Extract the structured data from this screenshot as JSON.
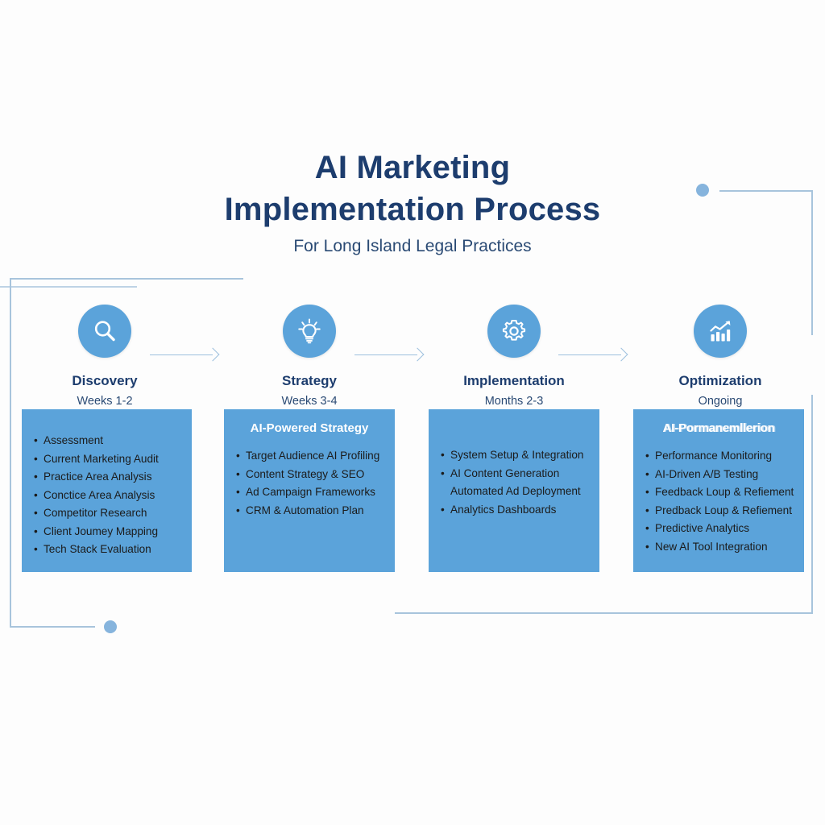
{
  "heading": {
    "title_line1": "AI Marketing",
    "title_line2": "Implementation Process",
    "subtitle": "For Long Island Legal Practices",
    "title_color": "#1d3d6e"
  },
  "theme": {
    "accent_blue": "#5ba3da",
    "deco_line": "#a8c4dc",
    "deco_dot": "#86b4dd",
    "background": "#fdfdfd"
  },
  "stages": [
    {
      "icon": "search-icon",
      "name": "Discovery",
      "timeframe": "Weeks 1-2",
      "box_heading": "",
      "items": [
        {
          "text": "Assessment",
          "bullet": true
        },
        {
          "text": "Current Marketing Audit",
          "bullet": true
        },
        {
          "text": "Practice Area Analysis",
          "bullet": true
        },
        {
          "text": "Conctice Area Analysis",
          "bullet": true
        },
        {
          "text": "Competitor Research",
          "bullet": true
        },
        {
          "text": "Client Joumey Mapping",
          "bullet": true
        },
        {
          "text": "Tech Stack Evaluation",
          "bullet": true
        }
      ]
    },
    {
      "icon": "lightbulb-icon",
      "name": "Strategy",
      "timeframe": "Weeks 3-4",
      "box_heading": "AI-Powered Strategy",
      "items": [
        {
          "text": "Target Audience AI Profiling",
          "bullet": true
        },
        {
          "text": "Content Strategy & SEO",
          "bullet": true
        },
        {
          "text": "Ad Campaign Frameworks",
          "bullet": true
        },
        {
          "text": "CRM & Automation Plan",
          "bullet": true
        }
      ]
    },
    {
      "icon": "gear-icon",
      "name": "Implementation",
      "timeframe": "Months 2-3",
      "box_heading": "",
      "items": [
        {
          "text": "System Setup & Integration",
          "bullet": true
        },
        {
          "text": "AI Content Generation",
          "bullet": true
        },
        {
          "text": "Automated Ad Deployment",
          "bullet": false
        },
        {
          "text": "Analytics Dashboards",
          "bullet": true
        }
      ]
    },
    {
      "icon": "growth-chart-icon",
      "name": "Optimization",
      "timeframe": "Ongoing",
      "box_heading": "AI-Pormanemllerion",
      "items": [
        {
          "text": "Performance Monitoring",
          "bullet": true
        },
        {
          "text": "AI-Driven A/B Testing",
          "bullet": true
        },
        {
          "text": "Feedback Loup & Refiement",
          "bullet": true
        },
        {
          "text": "Predback Loup & Refiement",
          "bullet": true
        },
        {
          "text": "Predictive Analytics",
          "bullet": true
        },
        {
          "text": "New AI Tool Integration",
          "bullet": true
        }
      ]
    }
  ]
}
